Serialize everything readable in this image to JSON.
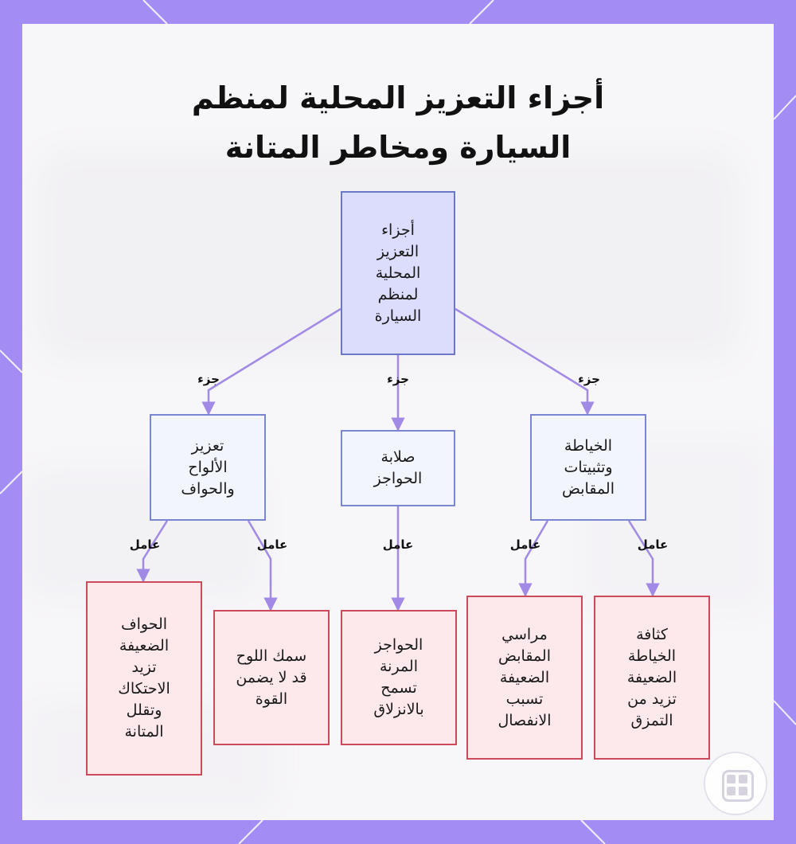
{
  "title_line1": "أجزاء التعزيز المحلية لمنظم",
  "title_line2": "السيارة ومخاطر المتانة",
  "nodes": {
    "root": "أجزاء التعزيز المحلية لمنظم السيارة",
    "stitching": "الخياطة وتثبيتات المقابض",
    "dividers": "صلابة الحواجز",
    "panels": "تعزيز الألواح والحواف",
    "stitch_density": "كثافة الخياطة الضعيفة تزيد من التمزق",
    "handle_anchors": "مراسي المقابض الضعيفة تسبب الانفصال",
    "flexible_dividers": "الحواجز المرنة تسمح بالانزلاق",
    "panel_thickness": "سمك اللوح قد لا يضمن القوة",
    "weak_edges": "الحواف الضعيفة تزيد الاحتكاك وتقلل المتانة"
  },
  "edge_labels": {
    "part": "جزء",
    "factor": "عامل"
  },
  "colors": {
    "frame": "#a48cf5",
    "edge": "#a18ae6",
    "root_fill": "#dcdcfd",
    "mid_fill": "#f3f5fd",
    "leaf_fill": "#fde8ec",
    "leaf_border": "#cc4a5a"
  },
  "icons": [
    "grid-app-icon"
  ]
}
